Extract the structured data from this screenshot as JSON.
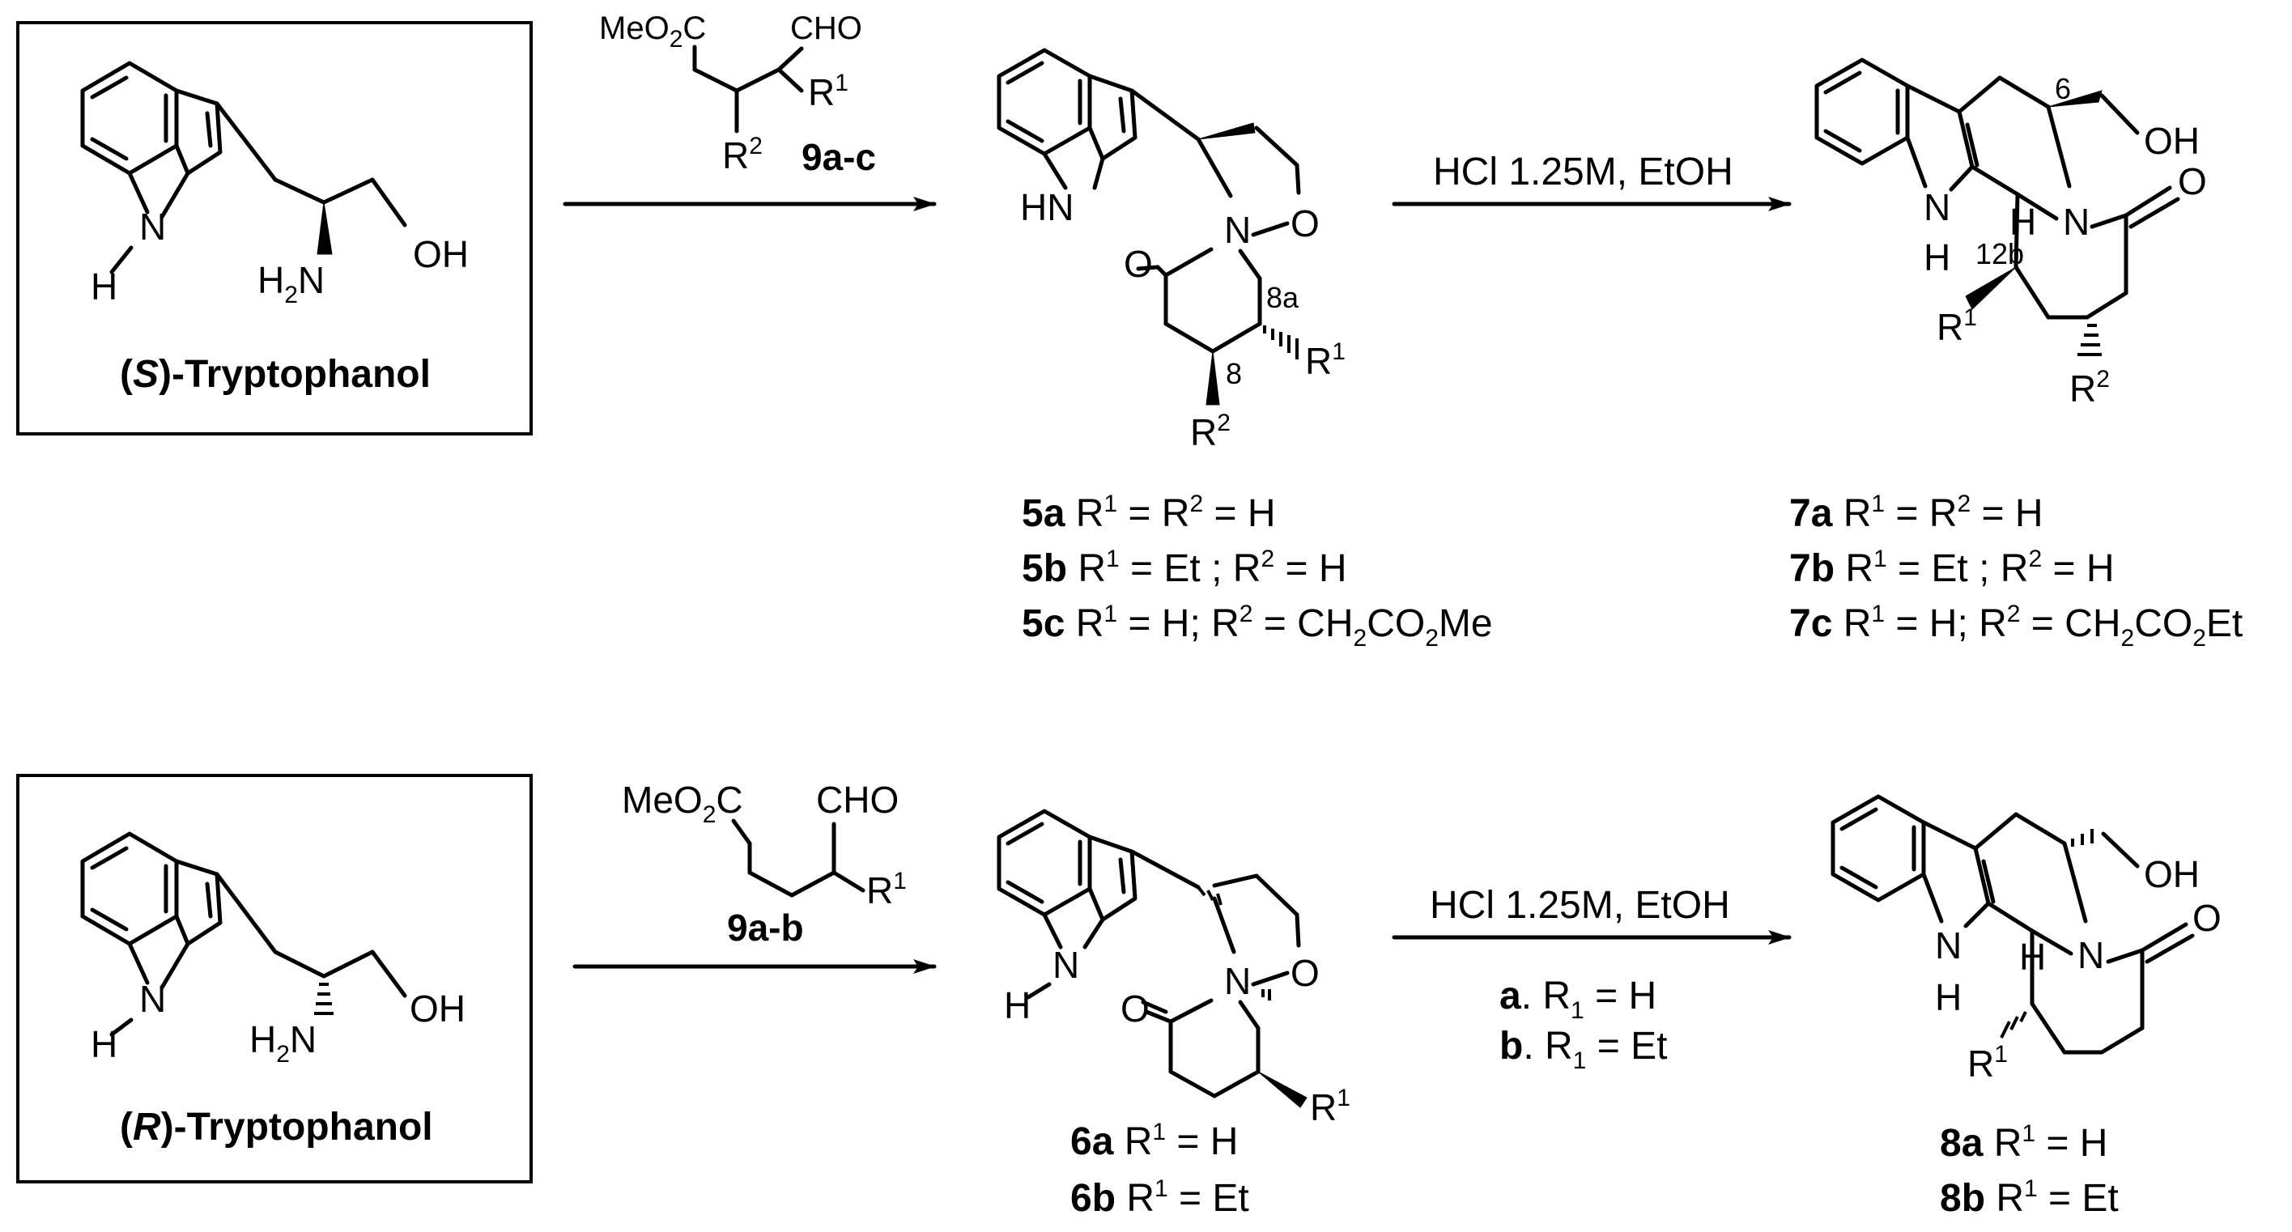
{
  "top_row": {
    "start_box": {
      "caption_prefix": "(",
      "caption_stereo": "S",
      "caption_suffix": ")-Tryptophanol"
    },
    "start_atoms": {
      "nh_n": "N",
      "nh_h": "H",
      "nh2": "H2N",
      "oh": "OH"
    },
    "reagent": {
      "ester": "MeO2C",
      "cho": "CHO",
      "r1": "R1",
      "r2": "R2",
      "label": "9a-c"
    },
    "intermediate_atoms": {
      "hn": "HN",
      "n": "N",
      "o": "O",
      "carbonyl_o": "O",
      "pos_8a": "8a",
      "pos_8": "8",
      "r1": "R1",
      "r2": "R2"
    },
    "intermediate_list": [
      {
        "id": "5a",
        "text": "R1 = R2 = H"
      },
      {
        "id": "5b",
        "text": "R1 = Et ; R2 = H"
      },
      {
        "id": "5c",
        "text": "R1 = H; R2 = CH2CO2Me"
      }
    ],
    "conditions": "HCl 1.25M, EtOH",
    "product_atoms": {
      "pos_6": "6",
      "oh": "OH",
      "h": "H",
      "n": "N",
      "o": "O",
      "nh_n": "N",
      "nh_h": "H",
      "pos_12b": "12b",
      "r1": "R1",
      "r2": "R2"
    },
    "product_list": [
      {
        "id": "7a",
        "text": "R1 = R2 = H"
      },
      {
        "id": "7b",
        "text": "R1 = Et ; R2 = H"
      },
      {
        "id": "7c",
        "text": "R1 = H; R2 = CH2CO2Et"
      }
    ]
  },
  "bottom_row": {
    "start_box": {
      "caption_prefix": "(",
      "caption_stereo": "R",
      "caption_suffix": ")-Tryptophanol"
    },
    "start_atoms": {
      "nh_n": "N",
      "nh_h": "H",
      "nh2": "H2N",
      "oh": "OH"
    },
    "reagent": {
      "ester": "MeO2C",
      "cho": "CHO",
      "r1": "R1",
      "label": "9a-b"
    },
    "intermediate_atoms": {
      "n_h": "N",
      "h": "H",
      "n": "N",
      "o": "O",
      "carbonyl_o": "O",
      "r1": "R1"
    },
    "intermediate_list": [
      {
        "id": "6a",
        "text": "R1 = H"
      },
      {
        "id": "6b",
        "text": "R1 = Et"
      }
    ],
    "conditions": "HCl 1.25M, EtOH",
    "condition_list": [
      {
        "id": "a",
        "text": ". R1 = H"
      },
      {
        "id": "b",
        "text": ". R1 = Et"
      }
    ],
    "product_atoms": {
      "oh": "OH",
      "h": "H",
      "n": "N",
      "o": "O",
      "nh_n": "N",
      "nh_h": "H",
      "r1": "R1"
    },
    "product_list": [
      {
        "id": "8a",
        "text": "R1 = H"
      },
      {
        "id": "8b",
        "text": "R1 = Et"
      }
    ]
  }
}
